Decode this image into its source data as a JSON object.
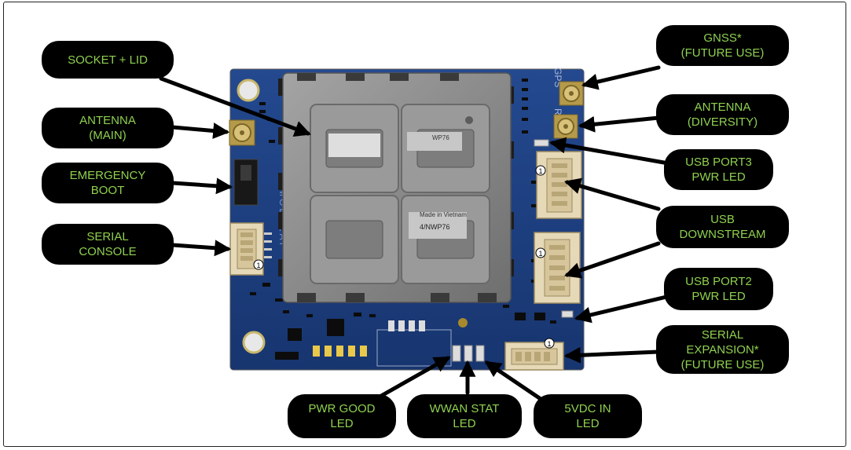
{
  "labels": {
    "socket_lid": "SOCKET + LID",
    "antenna_main": "ANTENNA\n(MAIN)",
    "emergency_boot": "EMERGENCY\nBOOT",
    "serial_console": "SERIAL\nCONSOLE",
    "gnss": "GNSS*\n(FUTURE USE)",
    "antenna_diversity": "ANTENNA\n(DIVERSITY)",
    "usb_port3_led": "USB PORT3\nPWR LED",
    "usb_downstream": "USB\nDOWNSTREAM",
    "usb_port2_led": "USB PORT2\nPWR LED",
    "serial_expansion": "SERIAL\nEXPANSION*\n(FUTURE USE)",
    "pwr_good_led": "PWR GOOD\nLED",
    "wwan_stat_led": "WWAN STAT\nLED",
    "vdc_in_led": "5VDC IN\nLED"
  },
  "board": {
    "pin1_marker": "1",
    "silk_vendor": "MODALAI",
    "silk_gps": "GPS",
    "silk_rx": "RX",
    "module_text_1": "Made in Vietnam",
    "module_text_2": "WP76",
    "module_text_3": "4/NWP76"
  },
  "colors": {
    "label_bg": "#000000",
    "label_text": "#8fd14f",
    "pcb": "#1d3f86",
    "metal": "#8c8c8c"
  }
}
